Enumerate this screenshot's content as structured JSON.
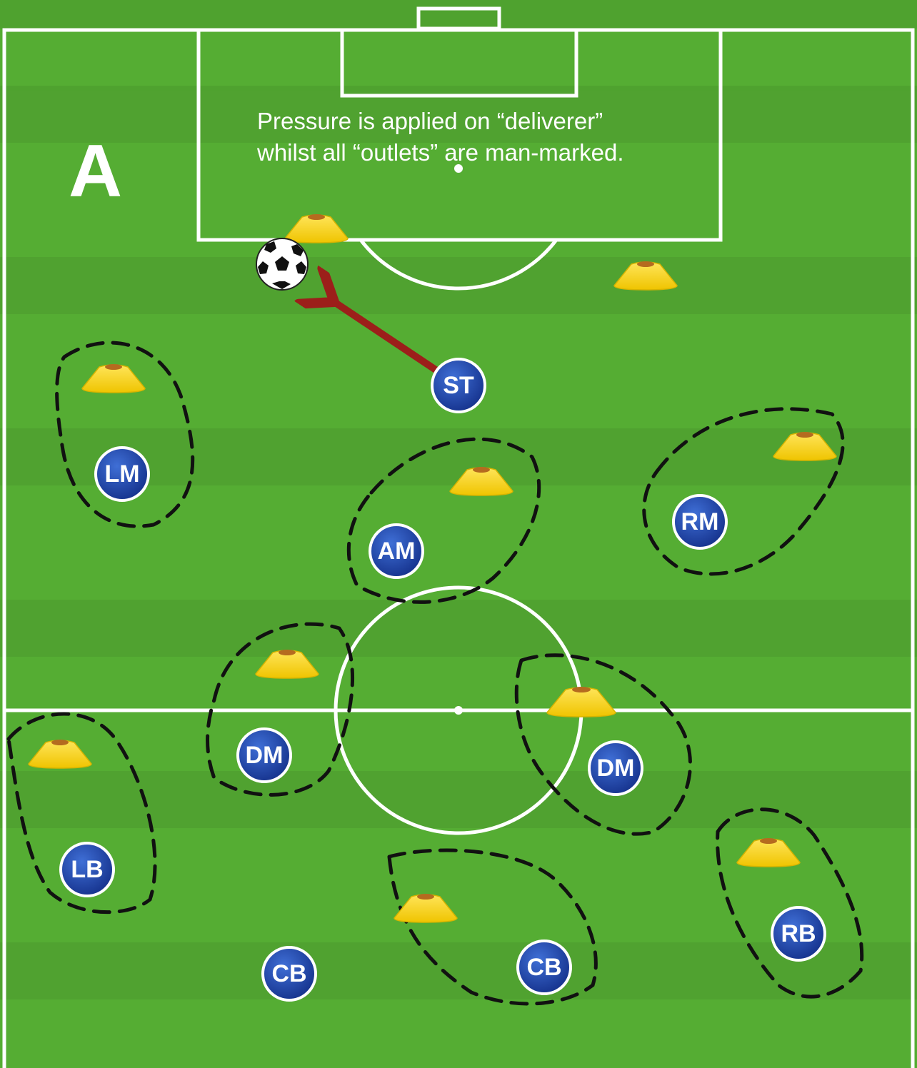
{
  "diagram": {
    "letter": "A",
    "note_lines": [
      "Pressure is applied on “deliverer”",
      "whilst all “outlets” are man-marked."
    ],
    "colors": {
      "grass": "#55ad33",
      "lines": "#ffffff",
      "player": "#1f47b0",
      "arrow": "#9c1f1a",
      "cone": "#f4d514"
    }
  },
  "players": [
    {
      "id": "st",
      "label": "ST"
    },
    {
      "id": "lm",
      "label": "LM"
    },
    {
      "id": "am",
      "label": "AM"
    },
    {
      "id": "rm",
      "label": "RM"
    },
    {
      "id": "dm-left",
      "label": "DM"
    },
    {
      "id": "dm-right",
      "label": "DM"
    },
    {
      "id": "lb",
      "label": "LB"
    },
    {
      "id": "rb",
      "label": "RB"
    },
    {
      "id": "cb-left",
      "label": "CB"
    },
    {
      "id": "cb-right",
      "label": "CB"
    }
  ]
}
